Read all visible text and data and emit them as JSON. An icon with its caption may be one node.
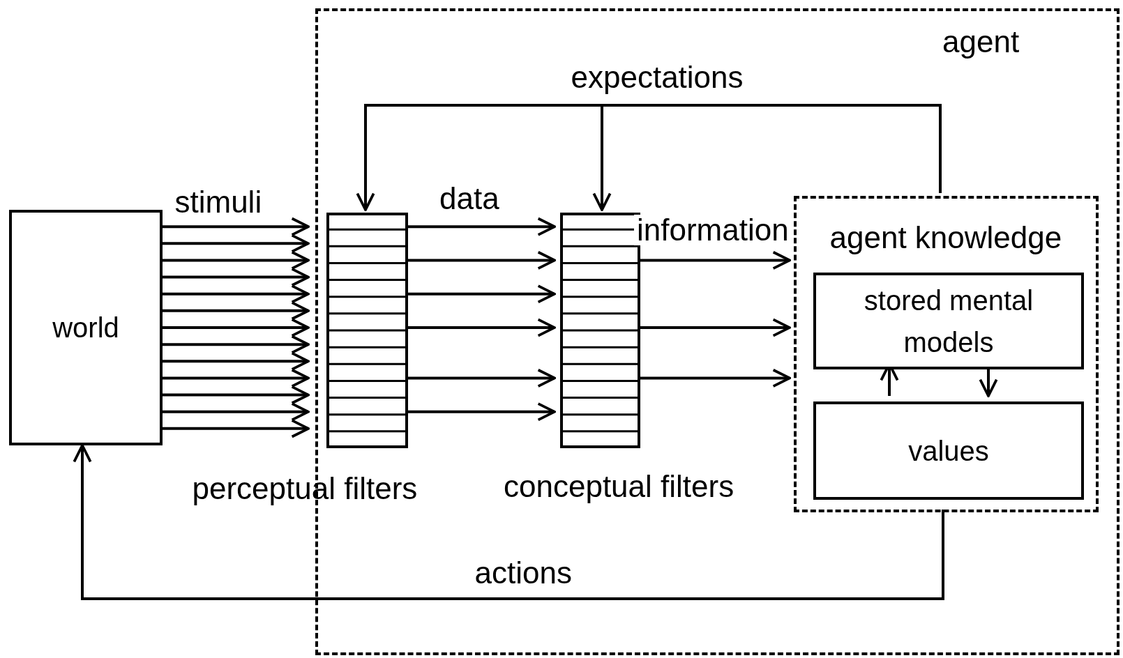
{
  "diagram": {
    "nodes": [
      {
        "text": [
          "world"
        ]
      },
      {
        "text": [
          "agent"
        ]
      },
      {
        "text": [
          "perceptual filters"
        ],
        "in": 1
      },
      {
        "text": [
          "conceptual filters"
        ],
        "in": 1
      },
      {
        "text": [
          "agent knowledge"
        ],
        "in": 1
      },
      {
        "text": [
          "stored mental models"
        ],
        "in": 4
      },
      {
        "text": [
          "values"
        ],
        "in": 4
      }
    ],
    "edges": [
      {
        "from": 0,
        "to": 2,
        "arrow": "to",
        "label": "stimuli"
      },
      {
        "from": 0,
        "to": 2,
        "arrow": "to"
      },
      {
        "from": 0,
        "to": 2,
        "arrow": "to"
      },
      {
        "from": 0,
        "to": 2,
        "arrow": "to"
      },
      {
        "from": 0,
        "to": 2,
        "arrow": "to"
      },
      {
        "from": 0,
        "to": 2,
        "arrow": "to"
      },
      {
        "from": 0,
        "to": 2,
        "arrow": "to"
      },
      {
        "from": 0,
        "to": 2,
        "arrow": "to"
      },
      {
        "from": 0,
        "to": 2,
        "arrow": "to"
      },
      {
        "from": 0,
        "to": 2,
        "arrow": "to"
      },
      {
        "from": 0,
        "to": 2,
        "arrow": "to"
      },
      {
        "from": 0,
        "to": 2,
        "arrow": "to"
      },
      {
        "from": 0,
        "to": 2,
        "arrow": "to"
      },
      {
        "from": 2,
        "to": 3,
        "arrow": "to",
        "label": "data"
      },
      {
        "from": 2,
        "to": 3,
        "arrow": "to"
      },
      {
        "from": 2,
        "to": 3,
        "arrow": "to"
      },
      {
        "from": 2,
        "to": 3,
        "arrow": "to"
      },
      {
        "from": 2,
        "to": 3,
        "arrow": "to"
      },
      {
        "from": 2,
        "to": 3,
        "arrow": "to"
      },
      {
        "from": 3,
        "to": 4,
        "arrow": "to",
        "label": "information"
      },
      {
        "from": 3,
        "to": 4,
        "arrow": "to"
      },
      {
        "from": 3,
        "to": 4,
        "arrow": "to"
      },
      {
        "from": 4,
        "to": 2,
        "arrow": "to",
        "label": "expectations"
      },
      {
        "from": 4,
        "to": 3,
        "arrow": "to"
      },
      {
        "from": 4,
        "to": 0,
        "arrow": "to",
        "label": "actions"
      },
      {
        "from": 6,
        "to": 5,
        "arrow": "to"
      },
      {
        "from": 5,
        "to": 6,
        "arrow": "to"
      }
    ]
  }
}
